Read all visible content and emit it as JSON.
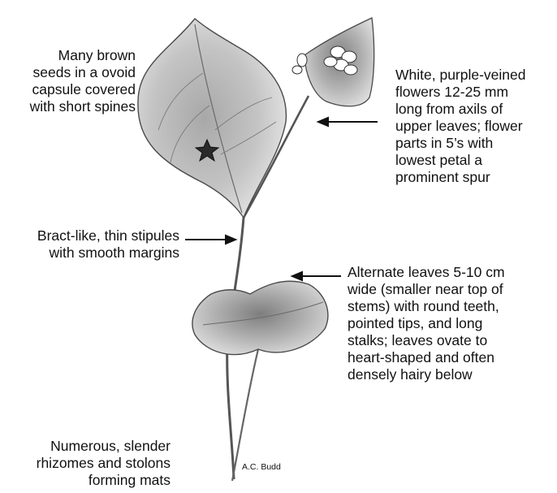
{
  "labels": {
    "seeds": "Many brown\nseeds in a ovoid\ncapsule covered\nwith short spines",
    "flowers": "White, purple-veined\nflowers 12-25 mm\nlong from axils of\nupper leaves; flower\nparts in 5’s with\nlowest petal a\nprominent spur",
    "stipules": "Bract-like, thin stipules\nwith smooth margins",
    "leaves": "Alternate leaves 5-10 cm\nwide (smaller near top of\nstems) with round teeth,\npointed tips, and long\nstalks; leaves ovate to\nheart-shaped and often\ndensely hairy below",
    "rhizomes": "Numerous, slender\nrhizomes and stolons\nforming mats"
  },
  "credit": "A.C. Budd",
  "colors": {
    "ink": "#111111",
    "leaf_shade": "#8a8a8a",
    "leaf_light": "#d6d6d6"
  }
}
